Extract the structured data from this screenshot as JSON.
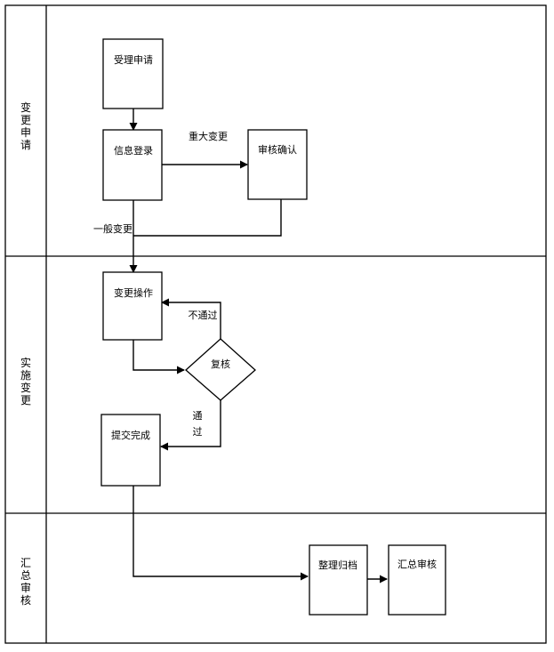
{
  "lanes": [
    {
      "id": "lane-1",
      "label": "变更申请"
    },
    {
      "id": "lane-2",
      "label": "实施变更"
    },
    {
      "id": "lane-3",
      "label": "汇总审核"
    }
  ],
  "nodes": {
    "accept": "受理申请",
    "register": "信息登录",
    "audit": "审核确认",
    "operate": "变更操作",
    "recheck": "复核",
    "submit": "提交完成",
    "archive": "整理归档",
    "summary": "汇总审核"
  },
  "edges": {
    "major_change": "重大变更",
    "general_change": "一般变更",
    "not_passed": "不通过",
    "passed_1": "通",
    "passed_2": "过"
  }
}
